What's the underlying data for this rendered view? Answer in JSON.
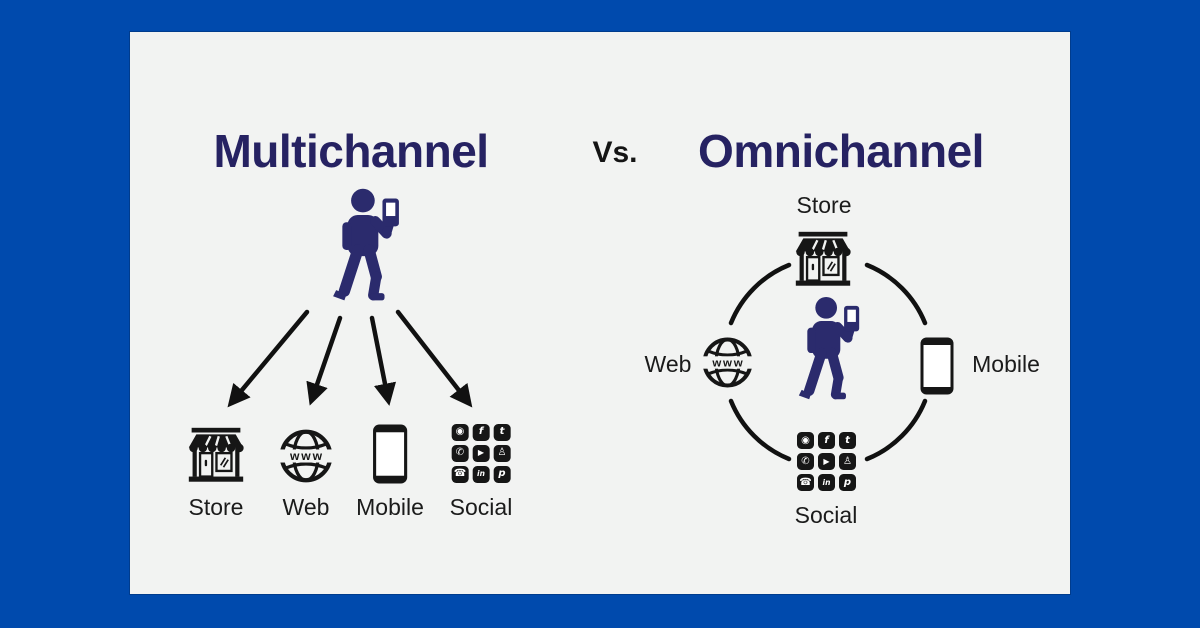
{
  "colors": {
    "background_border": "#004aad",
    "card_background": "#f2f3f2",
    "title_navy": "#262262",
    "person_navy": "#2b2b6d",
    "icon_black": "#161616"
  },
  "header": {
    "left_title": "Multichannel",
    "separator": "Vs.",
    "right_title": "Omnichannel"
  },
  "multichannel": {
    "person": "person-holding-phone",
    "channels": [
      {
        "id": "store",
        "label": "Store"
      },
      {
        "id": "web",
        "label": "Web"
      },
      {
        "id": "mobile",
        "label": "Mobile"
      },
      {
        "id": "social",
        "label": "Social"
      }
    ]
  },
  "omnichannel": {
    "person": "person-holding-phone",
    "channels": [
      {
        "id": "store",
        "label": "Store",
        "position": "top"
      },
      {
        "id": "web",
        "label": "Web",
        "position": "left"
      },
      {
        "id": "mobile",
        "label": "Mobile",
        "position": "right"
      },
      {
        "id": "social",
        "label": "Social",
        "position": "bottom"
      }
    ]
  },
  "web_icon_text": "www",
  "social_grid": {
    "names": [
      "instagram",
      "facebook",
      "twitter",
      "whatsapp",
      "youtube",
      "snapchat",
      "phone",
      "linkedin",
      "pinterest"
    ],
    "glyphs": [
      "◉",
      "f",
      "t",
      "✆",
      "▶",
      "♙",
      "☎",
      "in",
      "p"
    ]
  }
}
